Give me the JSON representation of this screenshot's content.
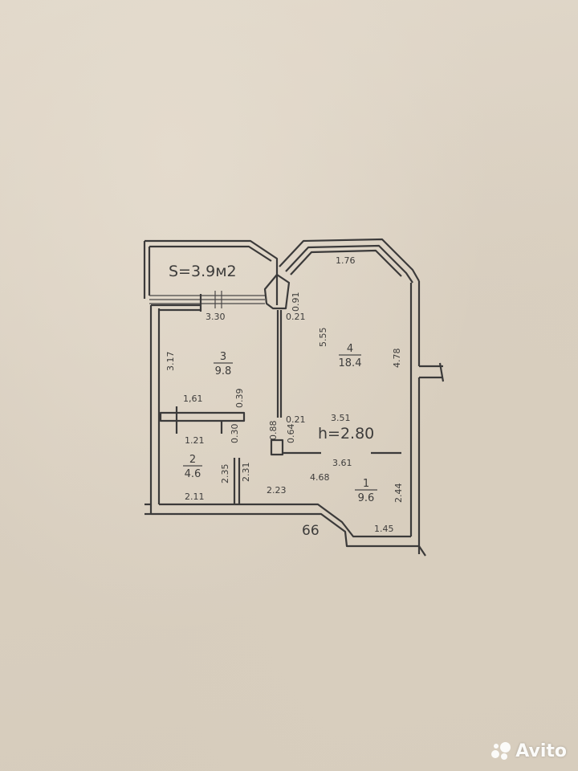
{
  "plan": {
    "balcony_area": "S=3.9м2",
    "ceiling_height": "h=2.80",
    "rooms": [
      {
        "number": "3",
        "area": "9.8"
      },
      {
        "number": "4",
        "area": "18.4"
      },
      {
        "number": "2",
        "area": "4.6"
      },
      {
        "number": "1",
        "area": "9.6"
      }
    ],
    "dimensions": {
      "d_176": "1.76",
      "d_330": "3.30",
      "d_091": "0.91",
      "d_021a": "0.21",
      "d_555": "5.55",
      "d_478": "4.78",
      "d_317": "3.17",
      "d_161": "1,61",
      "d_039": "0.39",
      "d_121": "1.21",
      "d_030": "0.30",
      "d_021b": "0.21",
      "d_351": "3.51",
      "d_088": "0.88",
      "d_064": "0.64",
      "d_361": "3.61",
      "d_235": "2.35",
      "d_231": "2.31",
      "d_468": "4.68",
      "d_223": "2.23",
      "d_211": "2.11",
      "d_244": "2.44",
      "d_145": "1.45"
    },
    "marker": "66"
  },
  "watermark": {
    "text": "Avito"
  }
}
